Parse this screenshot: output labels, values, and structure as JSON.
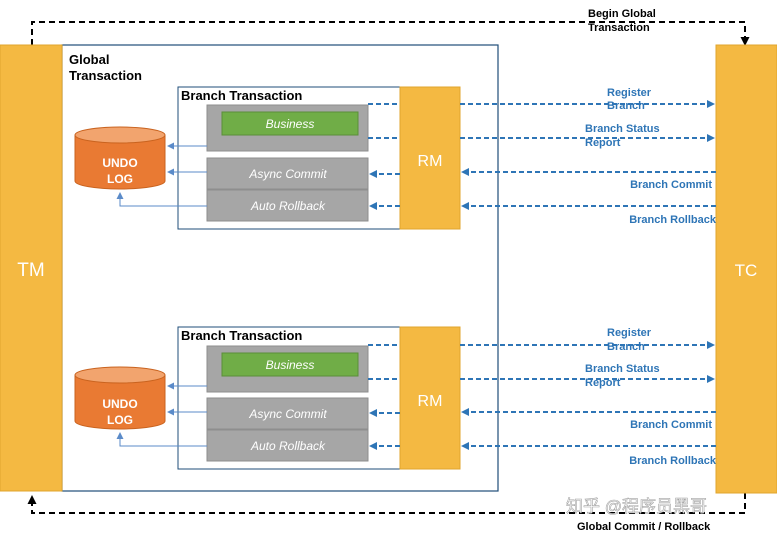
{
  "colors": {
    "yellow": "#F4B942",
    "yellow_stroke": "#E0A52E",
    "gray_box": "#A6A6A6",
    "gray_stroke": "#8E8E8E",
    "green": "#70AD47",
    "orange": "#E97A33",
    "orange_dark": "#C9631F",
    "blue": "#2E75B6",
    "panel_stroke": "#1F4E79",
    "black": "#000000"
  },
  "labels": {
    "begin_global": [
      "Begin Global",
      "Transaction"
    ],
    "global_commit": "Global Commit / Rollback",
    "global_tx": [
      "Global",
      "Transaction"
    ],
    "tm": "TM",
    "tc": "TC",
    "watermark": "知乎 @程序员黑哥"
  },
  "branches": [
    {
      "title": "Branch Transaction",
      "business": "Business",
      "async_commit": "Async Commit",
      "auto_rollback": "Auto Rollback",
      "rm": "RM",
      "undo": [
        "UNDO",
        "LOG"
      ],
      "msgs": {
        "register": [
          "Register",
          "Branch"
        ],
        "status": [
          "Branch Status",
          "Report"
        ],
        "commit": "Branch Commit",
        "rollback": "Branch Rollback"
      }
    },
    {
      "title": "Branch Transaction",
      "business": "Business",
      "async_commit": "Async Commit",
      "auto_rollback": "Auto Rollback",
      "rm": "RM",
      "undo": [
        "UNDO",
        "LOG"
      ],
      "msgs": {
        "register": [
          "Register",
          "Branch"
        ],
        "status": [
          "Branch Status",
          "Report"
        ],
        "commit": "Branch Commit",
        "rollback": "Branch Rollback"
      }
    }
  ]
}
